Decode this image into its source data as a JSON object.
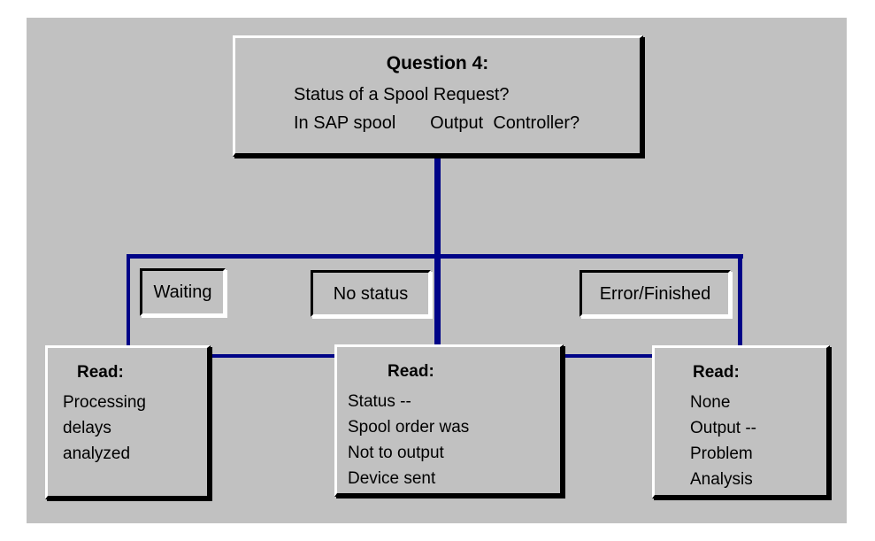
{
  "diagram": {
    "question_box": {
      "title": "Question 4:",
      "line1": "Status of a Spool Request?",
      "line2": "In SAP spool       Output  Controller?"
    },
    "status_labels": [
      {
        "label": "Waiting"
      },
      {
        "label": "No status"
      },
      {
        "label": "Error/Finished"
      }
    ],
    "read_boxes": [
      {
        "title": "Read:",
        "lines": [
          "Processing",
          "delays",
          "analyzed"
        ]
      },
      {
        "title": "Read:",
        "lines": [
          "Status --",
          "Spool order was",
          "Not to output",
          "Device sent"
        ]
      },
      {
        "title": "Read:",
        "lines": [
          "None",
          "Output --",
          "Problem",
          "Analysis"
        ]
      }
    ],
    "colors": {
      "connector": "#000487",
      "panel_bg": "#c1c1c1",
      "box_highlight": "#ffffff",
      "box_shadow": "#000000"
    }
  }
}
